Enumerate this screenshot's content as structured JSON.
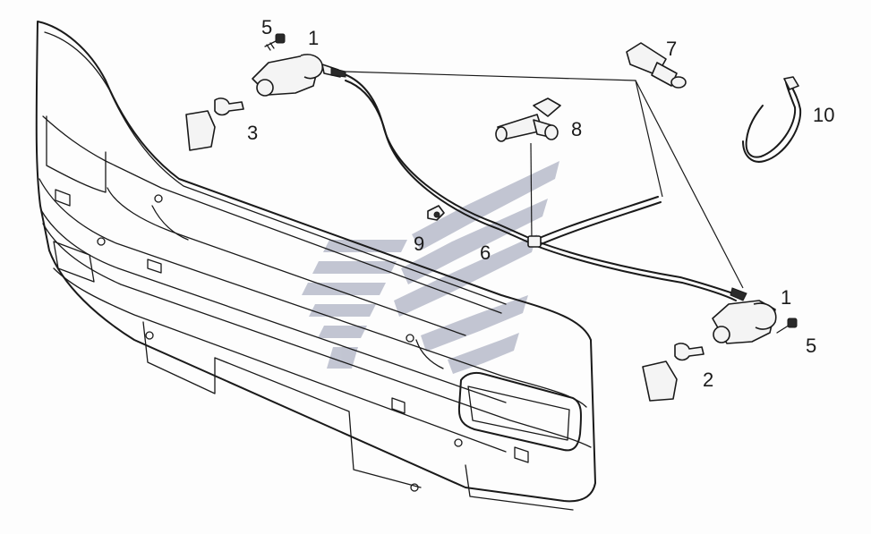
{
  "diagram": {
    "callouts": [
      {
        "id": "c1a",
        "label": "1"
      },
      {
        "id": "c1b",
        "label": "1"
      },
      {
        "id": "c2",
        "label": "2"
      },
      {
        "id": "c3",
        "label": "3"
      },
      {
        "id": "c5a",
        "label": "5"
      },
      {
        "id": "c5b",
        "label": "5"
      },
      {
        "id": "c6",
        "label": "6"
      },
      {
        "id": "c7",
        "label": "7"
      },
      {
        "id": "c8",
        "label": "8"
      },
      {
        "id": "c9",
        "label": "9"
      },
      {
        "id": "c10",
        "label": "10"
      }
    ],
    "watermark_color": "#b8bccb",
    "line_color": "#1a1a1a"
  }
}
